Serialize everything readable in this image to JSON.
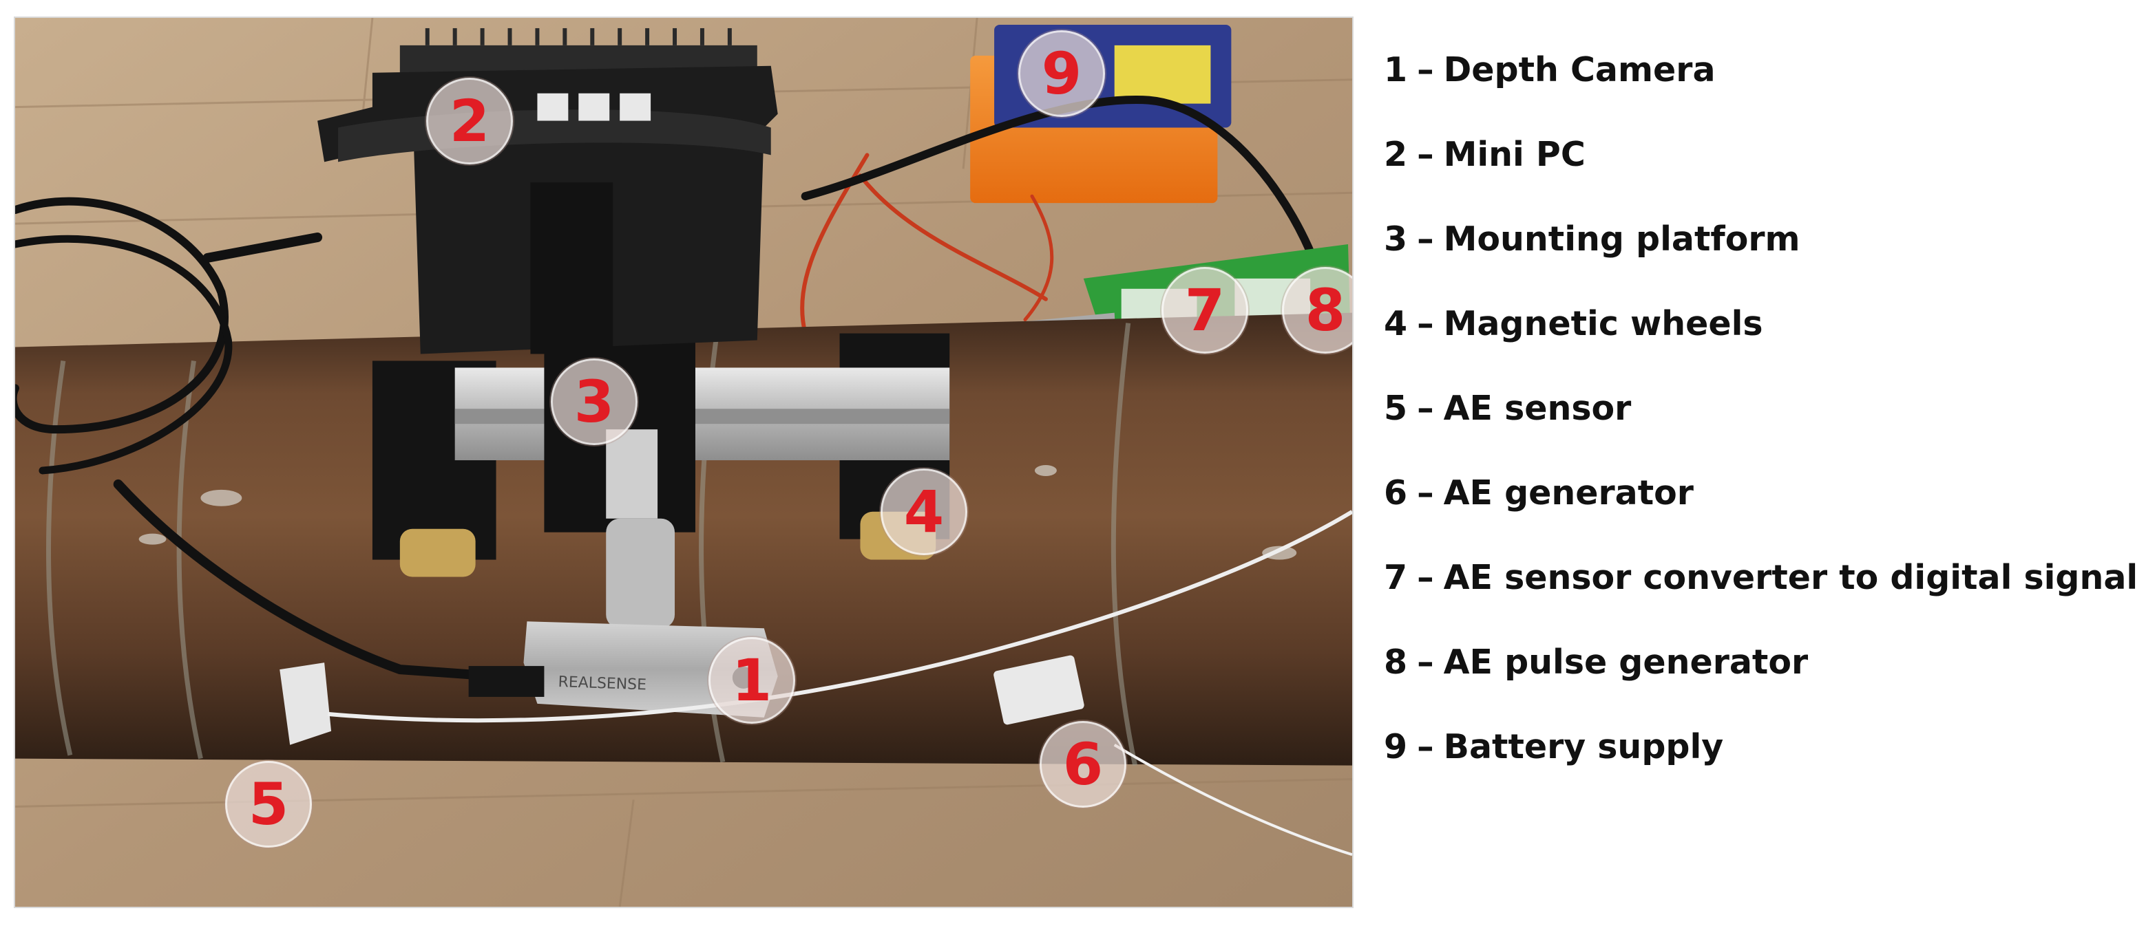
{
  "callouts": [
    {
      "number": "1"
    },
    {
      "number": "2"
    },
    {
      "number": "3"
    },
    {
      "number": "4"
    },
    {
      "number": "5"
    },
    {
      "number": "6"
    },
    {
      "number": "7"
    },
    {
      "number": "8"
    },
    {
      "number": "9"
    }
  ],
  "legend": {
    "separator": "–",
    "items": [
      {
        "number": "1",
        "label": "Depth Camera"
      },
      {
        "number": "2",
        "label": "Mini PC"
      },
      {
        "number": "3",
        "label": "Mounting platform"
      },
      {
        "number": "4",
        "label": "Magnetic wheels"
      },
      {
        "number": "5",
        "label": "AE sensor"
      },
      {
        "number": "6",
        "label": "AE generator"
      },
      {
        "number": "7",
        "label": "AE sensor converter to digital signal"
      },
      {
        "number": "8",
        "label": "AE pulse generator"
      },
      {
        "number": "9",
        "label": "Battery supply"
      }
    ]
  },
  "camera_branding": "REALSENSE",
  "colors": {
    "callout_text": "#e11d24",
    "legend_text": "#111111",
    "pipe": "#5a3b27",
    "floor": "#b59a7a",
    "pcb": "#2f9e3a",
    "battery": "#f07a1c"
  }
}
